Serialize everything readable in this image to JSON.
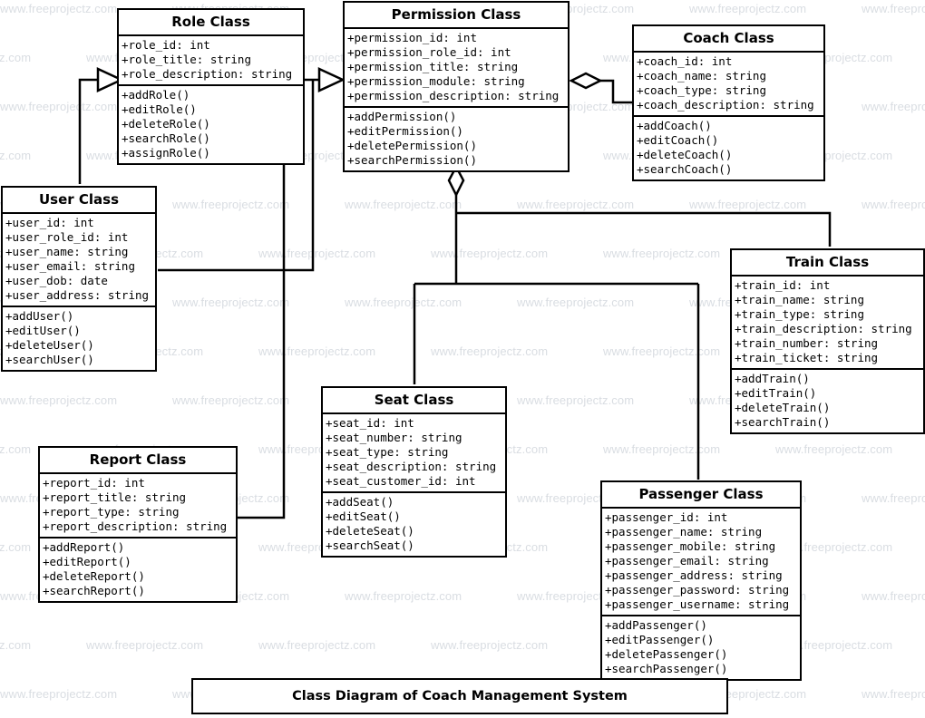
{
  "diagram": {
    "caption": "Class Diagram of Coach Management System",
    "watermark_text": "www.freeprojectz.com",
    "colors": {
      "box_border": "#000000",
      "box_fill": "#ffffff",
      "line": "#000000",
      "watermark": "#d9dde2"
    }
  },
  "classes": {
    "role": {
      "name": "Role Class",
      "attributes": [
        "+role_id: int",
        "+role_title: string",
        "+role_description: string"
      ],
      "methods": [
        "+addRole()",
        "+editRole()",
        "+deleteRole()",
        "+searchRole()",
        "+assignRole()"
      ]
    },
    "permission": {
      "name": "Permission Class",
      "attributes": [
        "+permission_id: int",
        "+permission_role_id: int",
        "+permission_title: string",
        "+permission_module: string",
        "+permission_description: string"
      ],
      "methods": [
        "+addPermission()",
        "+editPermission()",
        "+deletePermission()",
        "+searchPermission()"
      ]
    },
    "coach": {
      "name": "Coach Class",
      "attributes": [
        "+coach_id: int",
        "+coach_name: string",
        "+coach_type: string",
        "+coach_description: string"
      ],
      "methods": [
        "+addCoach()",
        "+editCoach()",
        "+deleteCoach()",
        "+searchCoach()"
      ]
    },
    "user": {
      "name": "User Class",
      "attributes": [
        "+user_id: int",
        "+user_role_id: int",
        "+user_name: string",
        "+user_email: string",
        "+user_dob: date",
        "+user_address: string"
      ],
      "methods": [
        "+addUser()",
        "+editUser()",
        "+deleteUser()",
        "+searchUser()"
      ]
    },
    "train": {
      "name": "Train Class",
      "attributes": [
        "+train_id: int",
        "+train_name: string",
        "+train_type: string",
        "+train_description: string",
        "+train_number: string",
        "+train_ticket: string"
      ],
      "methods": [
        "+addTrain()",
        "+editTrain()",
        "+deleteTrain()",
        "+searchTrain()"
      ]
    },
    "seat": {
      "name": "Seat Class",
      "attributes": [
        "+seat_id: int",
        "+seat_number: string",
        "+seat_type: string",
        "+seat_description: string",
        "+seat_customer_id: int"
      ],
      "methods": [
        "+addSeat()",
        "+editSeat()",
        "+deleteSeat()",
        "+searchSeat()"
      ]
    },
    "report": {
      "name": "Report Class",
      "attributes": [
        "+report_id: int",
        "+report_title: string",
        "+report_type: string",
        "+report_description: string"
      ],
      "methods": [
        "+addReport()",
        "+editReport()",
        "+deleteReport()",
        "+searchReport()"
      ]
    },
    "passenger": {
      "name": "Passenger Class",
      "attributes": [
        "+passenger_id: int",
        "+passenger_name: string",
        "+passenger_mobile: string",
        "+passenger_email: string",
        "+passenger_address: string",
        "+passenger_password: string",
        "+passenger_username: string"
      ],
      "methods": [
        "+addPassenger()",
        "+editPassenger()",
        "+deletePassenger()",
        "+searchPassenger()"
      ]
    }
  },
  "relationships": [
    {
      "from": "user",
      "to": "role",
      "marker": "open-triangle"
    },
    {
      "from": "role",
      "to": "permission",
      "marker": "open-triangle"
    },
    {
      "from": "permission",
      "to": "coach",
      "marker": "open-diamond"
    },
    {
      "from": "permission",
      "to": "seat",
      "marker": "open-diamond"
    },
    {
      "from": "permission",
      "to": "train",
      "marker": "open-diamond"
    },
    {
      "from": "permission",
      "to": "passenger",
      "marker": "open-diamond"
    },
    {
      "from": "report",
      "to": "permission",
      "marker": "none"
    }
  ]
}
